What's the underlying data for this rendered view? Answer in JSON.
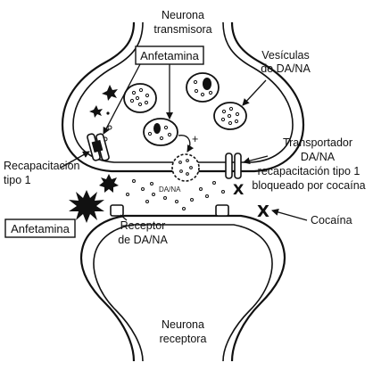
{
  "labels": {
    "neurona_transmisora": [
      "Neurona",
      "transmisora"
    ],
    "anfetamina_top": "Anfetamina",
    "vesiculas": [
      "Vesículas",
      "de DA/NA"
    ],
    "recapatacion": [
      "Recapacitación",
      "tipo 1"
    ],
    "transportador": [
      "Transportador",
      "DA/NA",
      "recapacitación tipo 1",
      "bloqueado por cocaína"
    ],
    "anfetamina_left": "Anfetamina",
    "receptor": [
      "Receptor",
      "de DA/NA"
    ],
    "cocaina": "Cocaína",
    "neurona_receptora": [
      "Neurona",
      "receptora"
    ],
    "da_na_small": "DA/NA",
    "plus_sign": "+",
    "cocaine_mark": "X"
  }
}
